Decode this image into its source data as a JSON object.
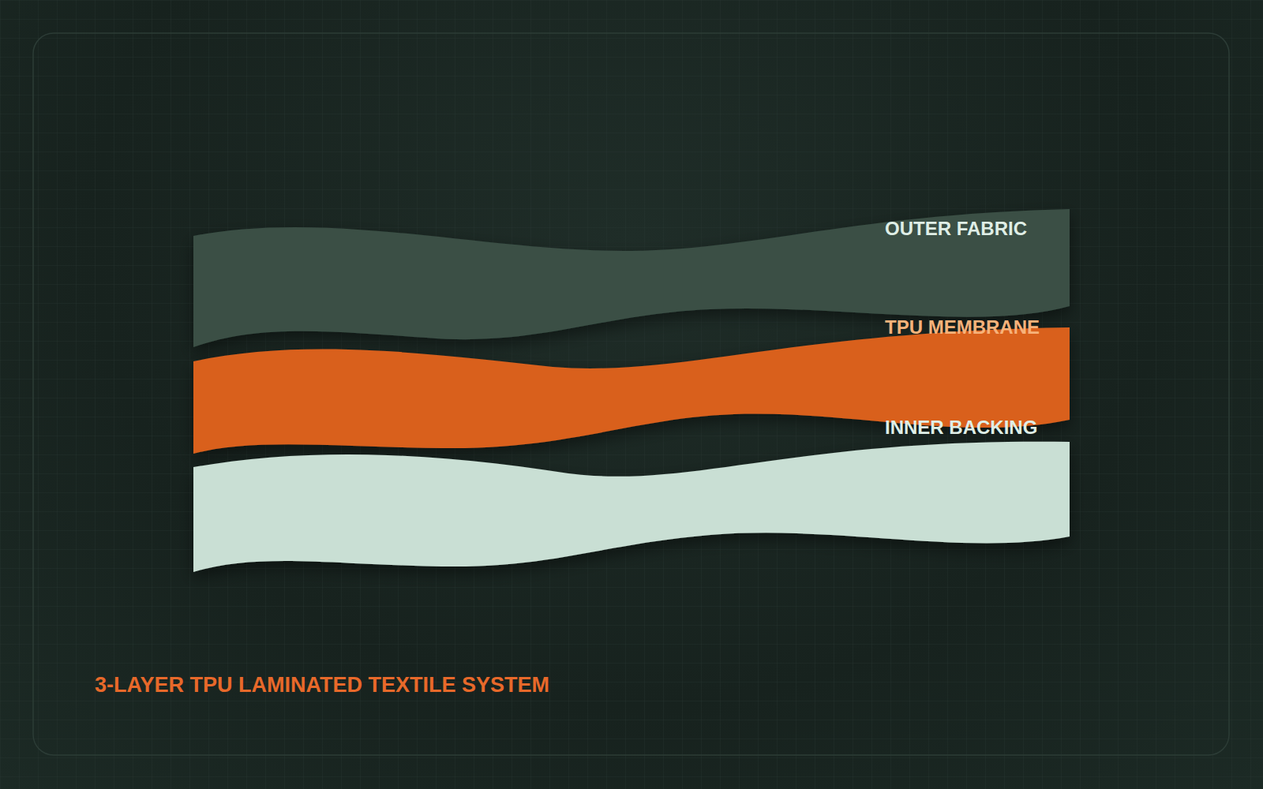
{
  "diagram": {
    "title": "3-LAYER TPU LAMINATED TEXTILE SYSTEM",
    "labels": [
      "OUTER FABRIC",
      "TPU MEMBRANE",
      "INNER BACKING"
    ]
  }
}
